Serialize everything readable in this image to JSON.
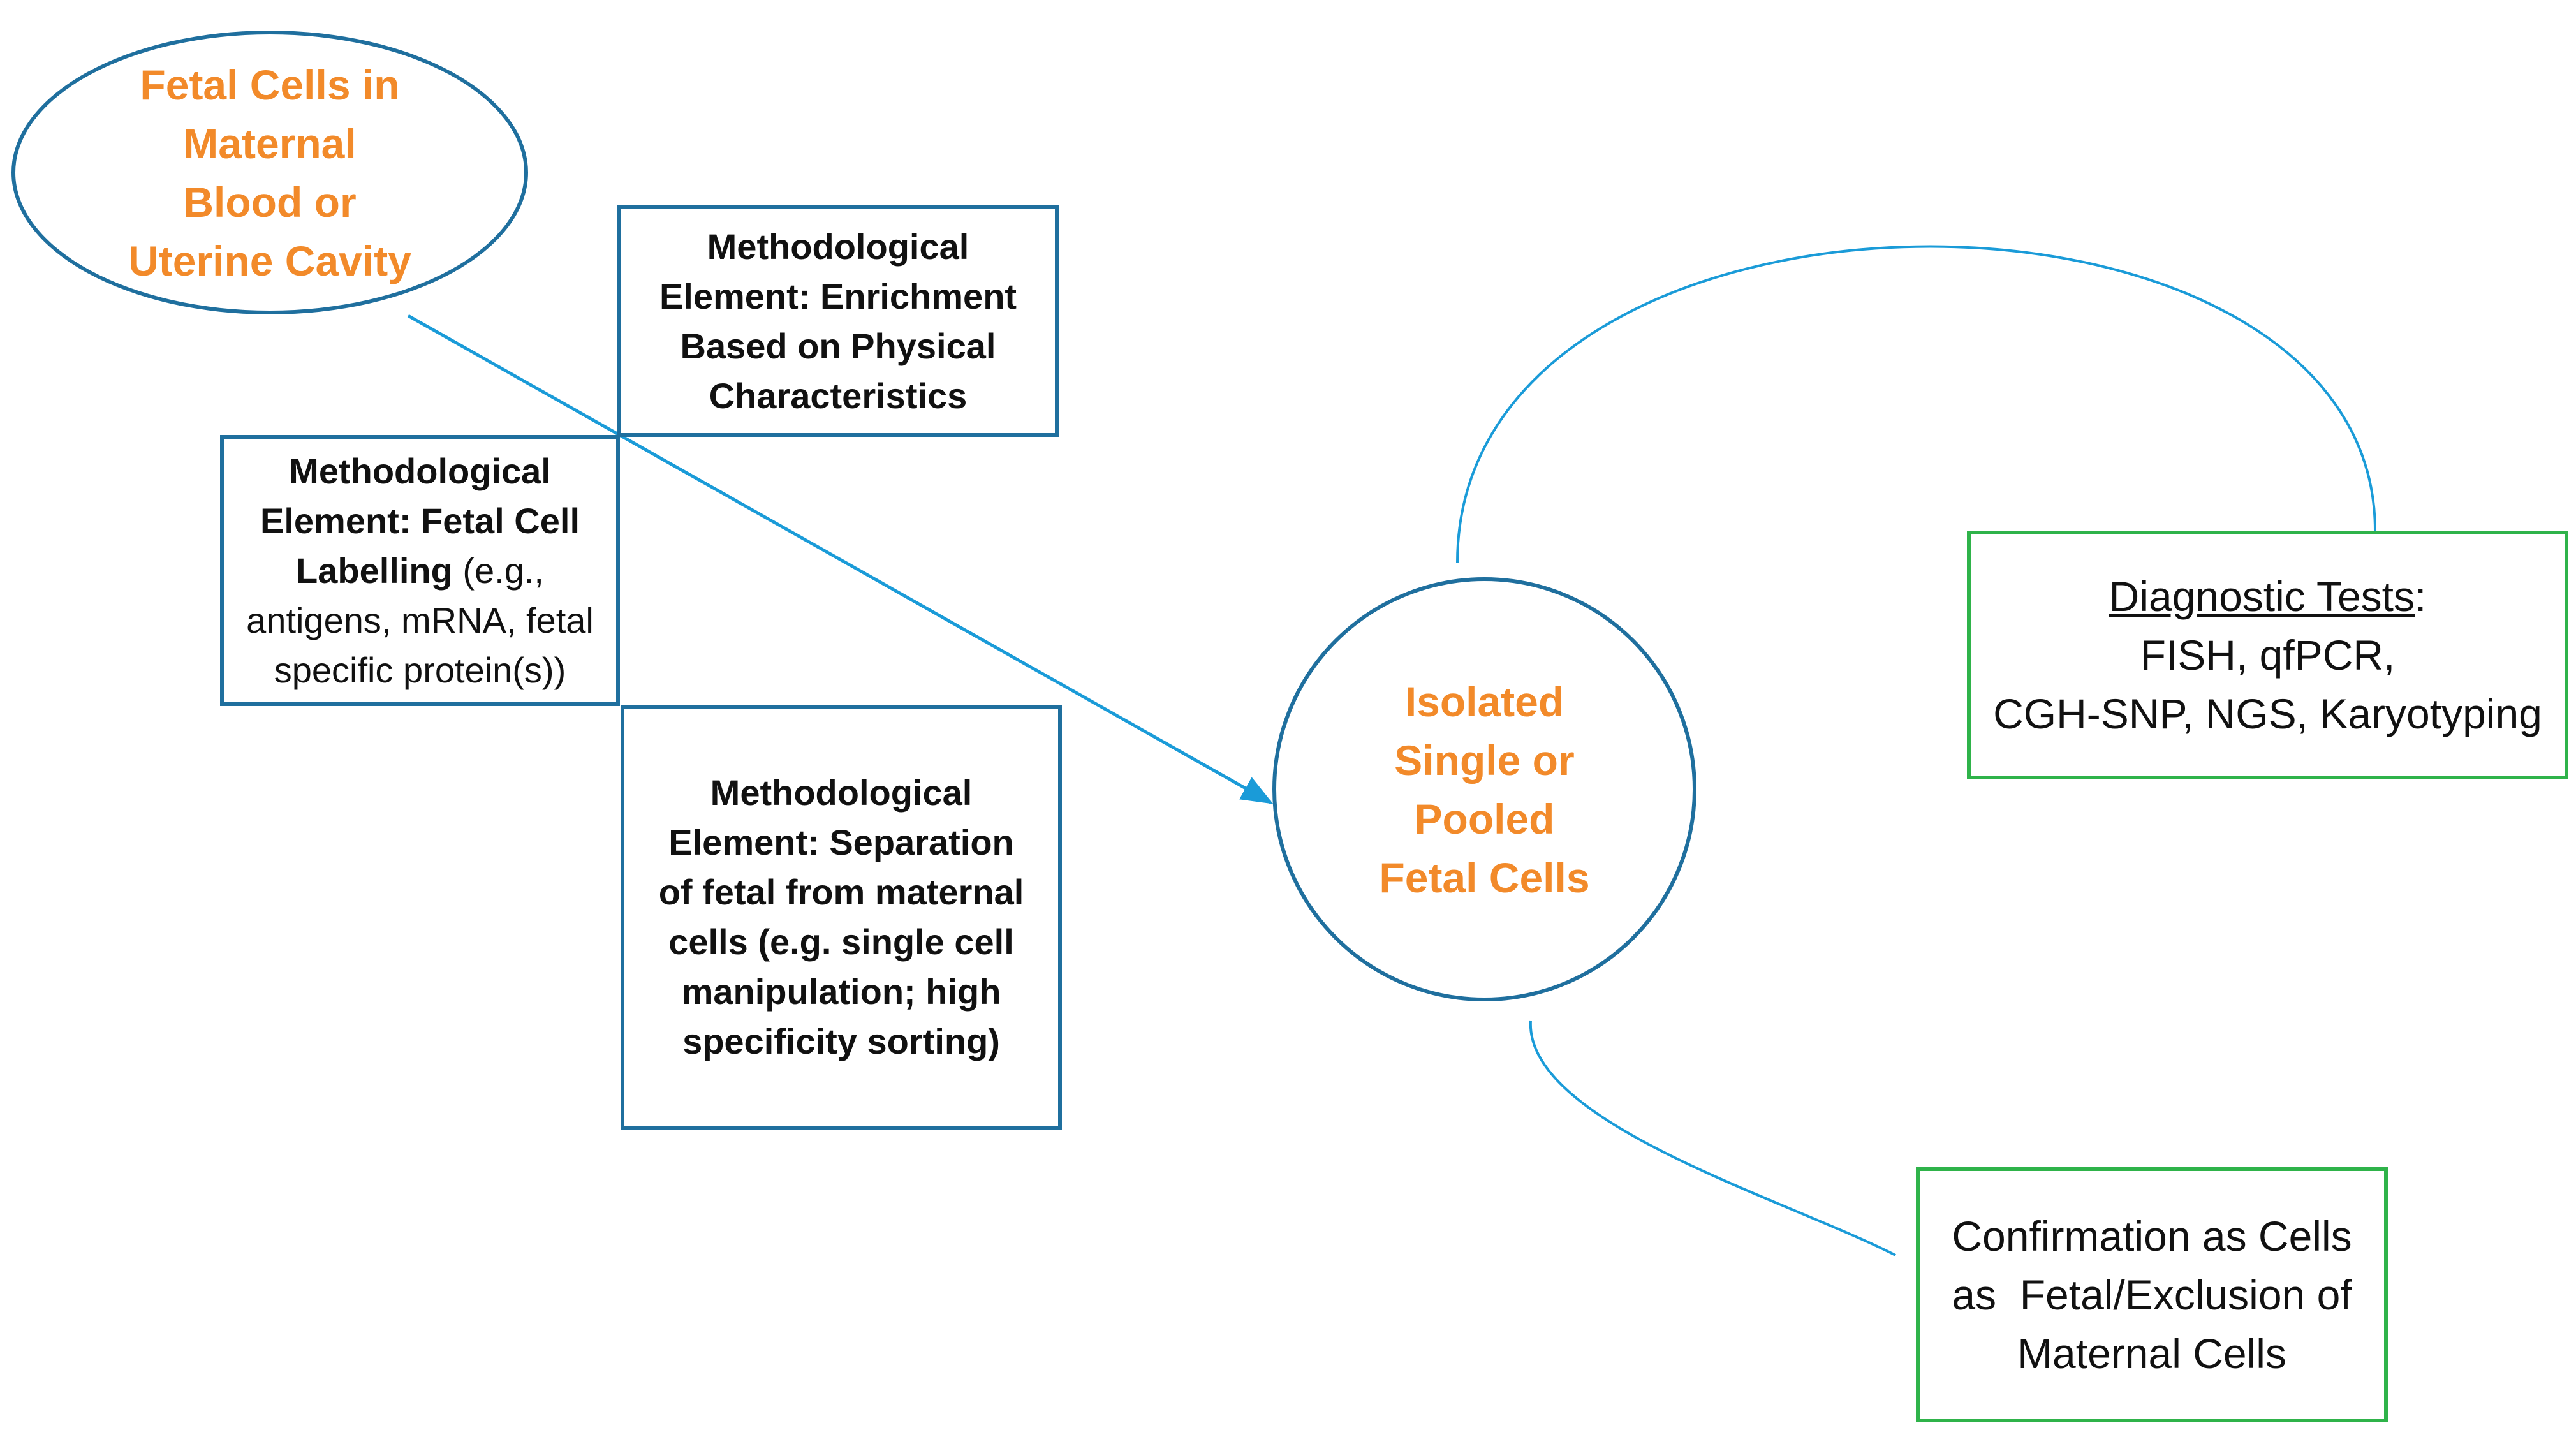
{
  "colors": {
    "node_border_blue": "#1f6f9e",
    "connector_blue": "#1a9bd8",
    "box_border_green": "#2fb34a",
    "highlight_text_orange": "#f28a2a",
    "body_text": "#111111"
  },
  "source_node": {
    "lines": [
      "Fetal Cells in",
      "Maternal",
      "Blood or",
      "Uterine Cavity"
    ]
  },
  "enrichment_box": {
    "lines": [
      "Methodological",
      "Element: Enrichment",
      "Based on Physical",
      "Characteristics"
    ]
  },
  "labelling_box": {
    "line1": "Methodological",
    "line2": "Element: Fetal Cell",
    "line3_bold": "Labelling",
    "line3_rest": " (e.g.,",
    "line4": "antigens, mRNA, fetal",
    "line5": "specific protein(s))"
  },
  "separation_box": {
    "lines": [
      "Methodological",
      "Element: Separation",
      "of fetal from maternal",
      "cells (e.g. single cell",
      "manipulation; high",
      "specificity sorting)"
    ]
  },
  "target_node": {
    "lines": [
      "Isolated",
      "Single or",
      "Pooled",
      "Fetal Cells"
    ]
  },
  "diagnostic_box": {
    "heading": "Diagnostic Tests",
    "heading_suffix": ":",
    "line2": "FISH, qfPCR,",
    "line3": "CGH-SNP, NGS, Karyotyping"
  },
  "confirmation_box": {
    "lines": [
      "Confirmation as Cells",
      "as  Fetal/Exclusion of",
      "Maternal Cells"
    ]
  }
}
